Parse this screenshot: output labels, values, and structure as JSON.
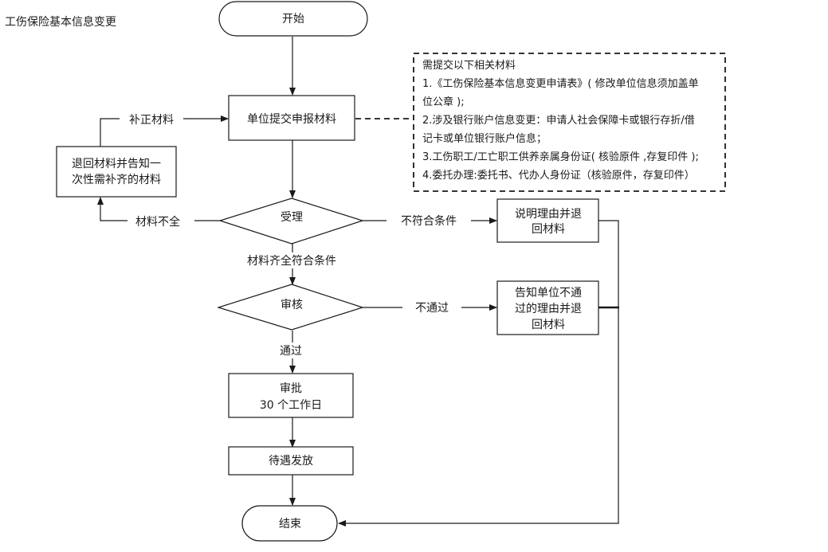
{
  "title": "工伤保险基本信息变更",
  "nodes": {
    "start": "开始",
    "submit": "单位提交申报材料",
    "return_materials": [
      "退回材料并告知一",
      "次性需补齐的材料"
    ],
    "accept": "受理",
    "reject_return": [
      "说明理由并退",
      "回材料"
    ],
    "review": "审核",
    "notify_fail": [
      "告知单位不通",
      "过的理由并退",
      "回材料"
    ],
    "approve": [
      "审批",
      "30 个工作日"
    ],
    "payout": "待遇发放",
    "end": "结束"
  },
  "edges": {
    "supplement": "补正材料",
    "incomplete": "材料不全",
    "not_qualified": "不符合条件",
    "complete_qualified": "材料齐全符合条件",
    "not_passed": "不通过",
    "passed": "通过"
  },
  "note": {
    "lines": [
      "需提交以下相关材料",
      "1.《工伤保险基本信息变更申请表》( 修改单位信息须加盖单",
      "位公章 );",
      "2.涉及银行账户信息变更：申请人社会保障卡或银行存折/借",
      "记卡或单位银行账户信息；",
      "3.工伤职工/工亡职工供养亲属身份证( 核验原件 ,存复印件 );",
      "4.委托办理:委托书、代办人身份证（核验原件，存复印件）"
    ]
  }
}
